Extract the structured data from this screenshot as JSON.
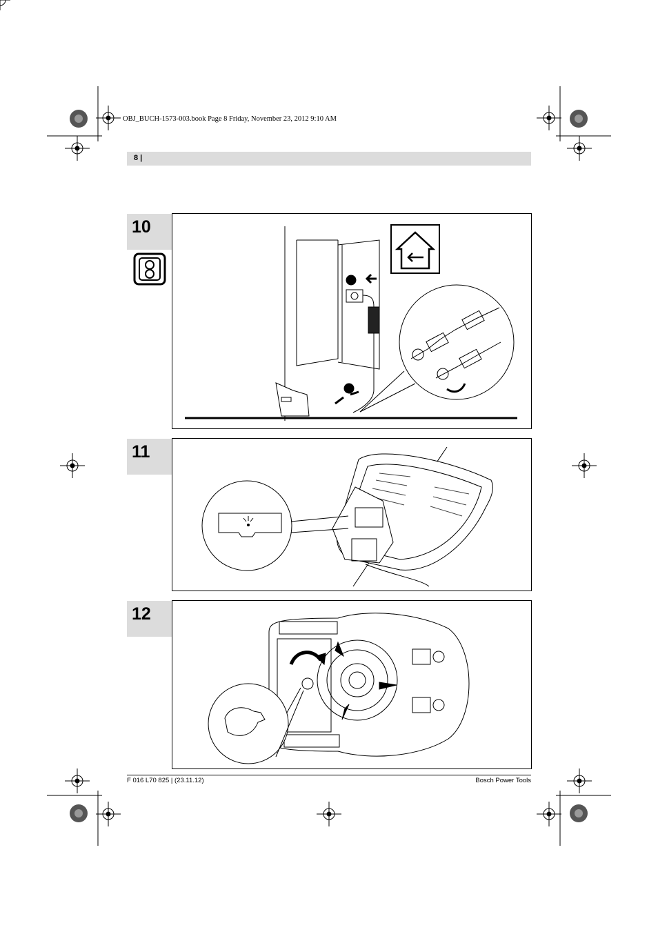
{
  "slug": "OBJ_BUCH-1573-003.book  Page 8  Friday, November 23, 2012  9:10 AM",
  "header": {
    "page_label": "8 |"
  },
  "figures": [
    {
      "number": "10"
    },
    {
      "number": "11"
    },
    {
      "number": "12"
    }
  ],
  "footer": {
    "left": "F 016 L70 825 | (23.11.12)",
    "right": "Bosch Power Tools"
  },
  "icons": {
    "fig10_left": "indoor-plug-symbol-icon",
    "fig10_right": "indoor-use-house-icon"
  }
}
